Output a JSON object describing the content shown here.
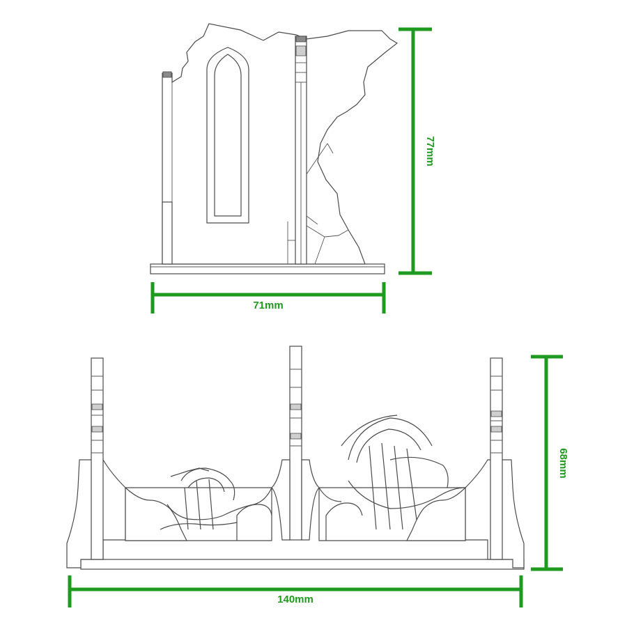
{
  "top_view": {
    "width_label": "71mm",
    "height_label": "77mm"
  },
  "bottom_view": {
    "width_label": "140mm",
    "height_label": "68mm"
  },
  "colors": {
    "dimension": "#1e9a1e",
    "outline": "#4a4a4a",
    "tab_fill": "#8a8a8a"
  }
}
